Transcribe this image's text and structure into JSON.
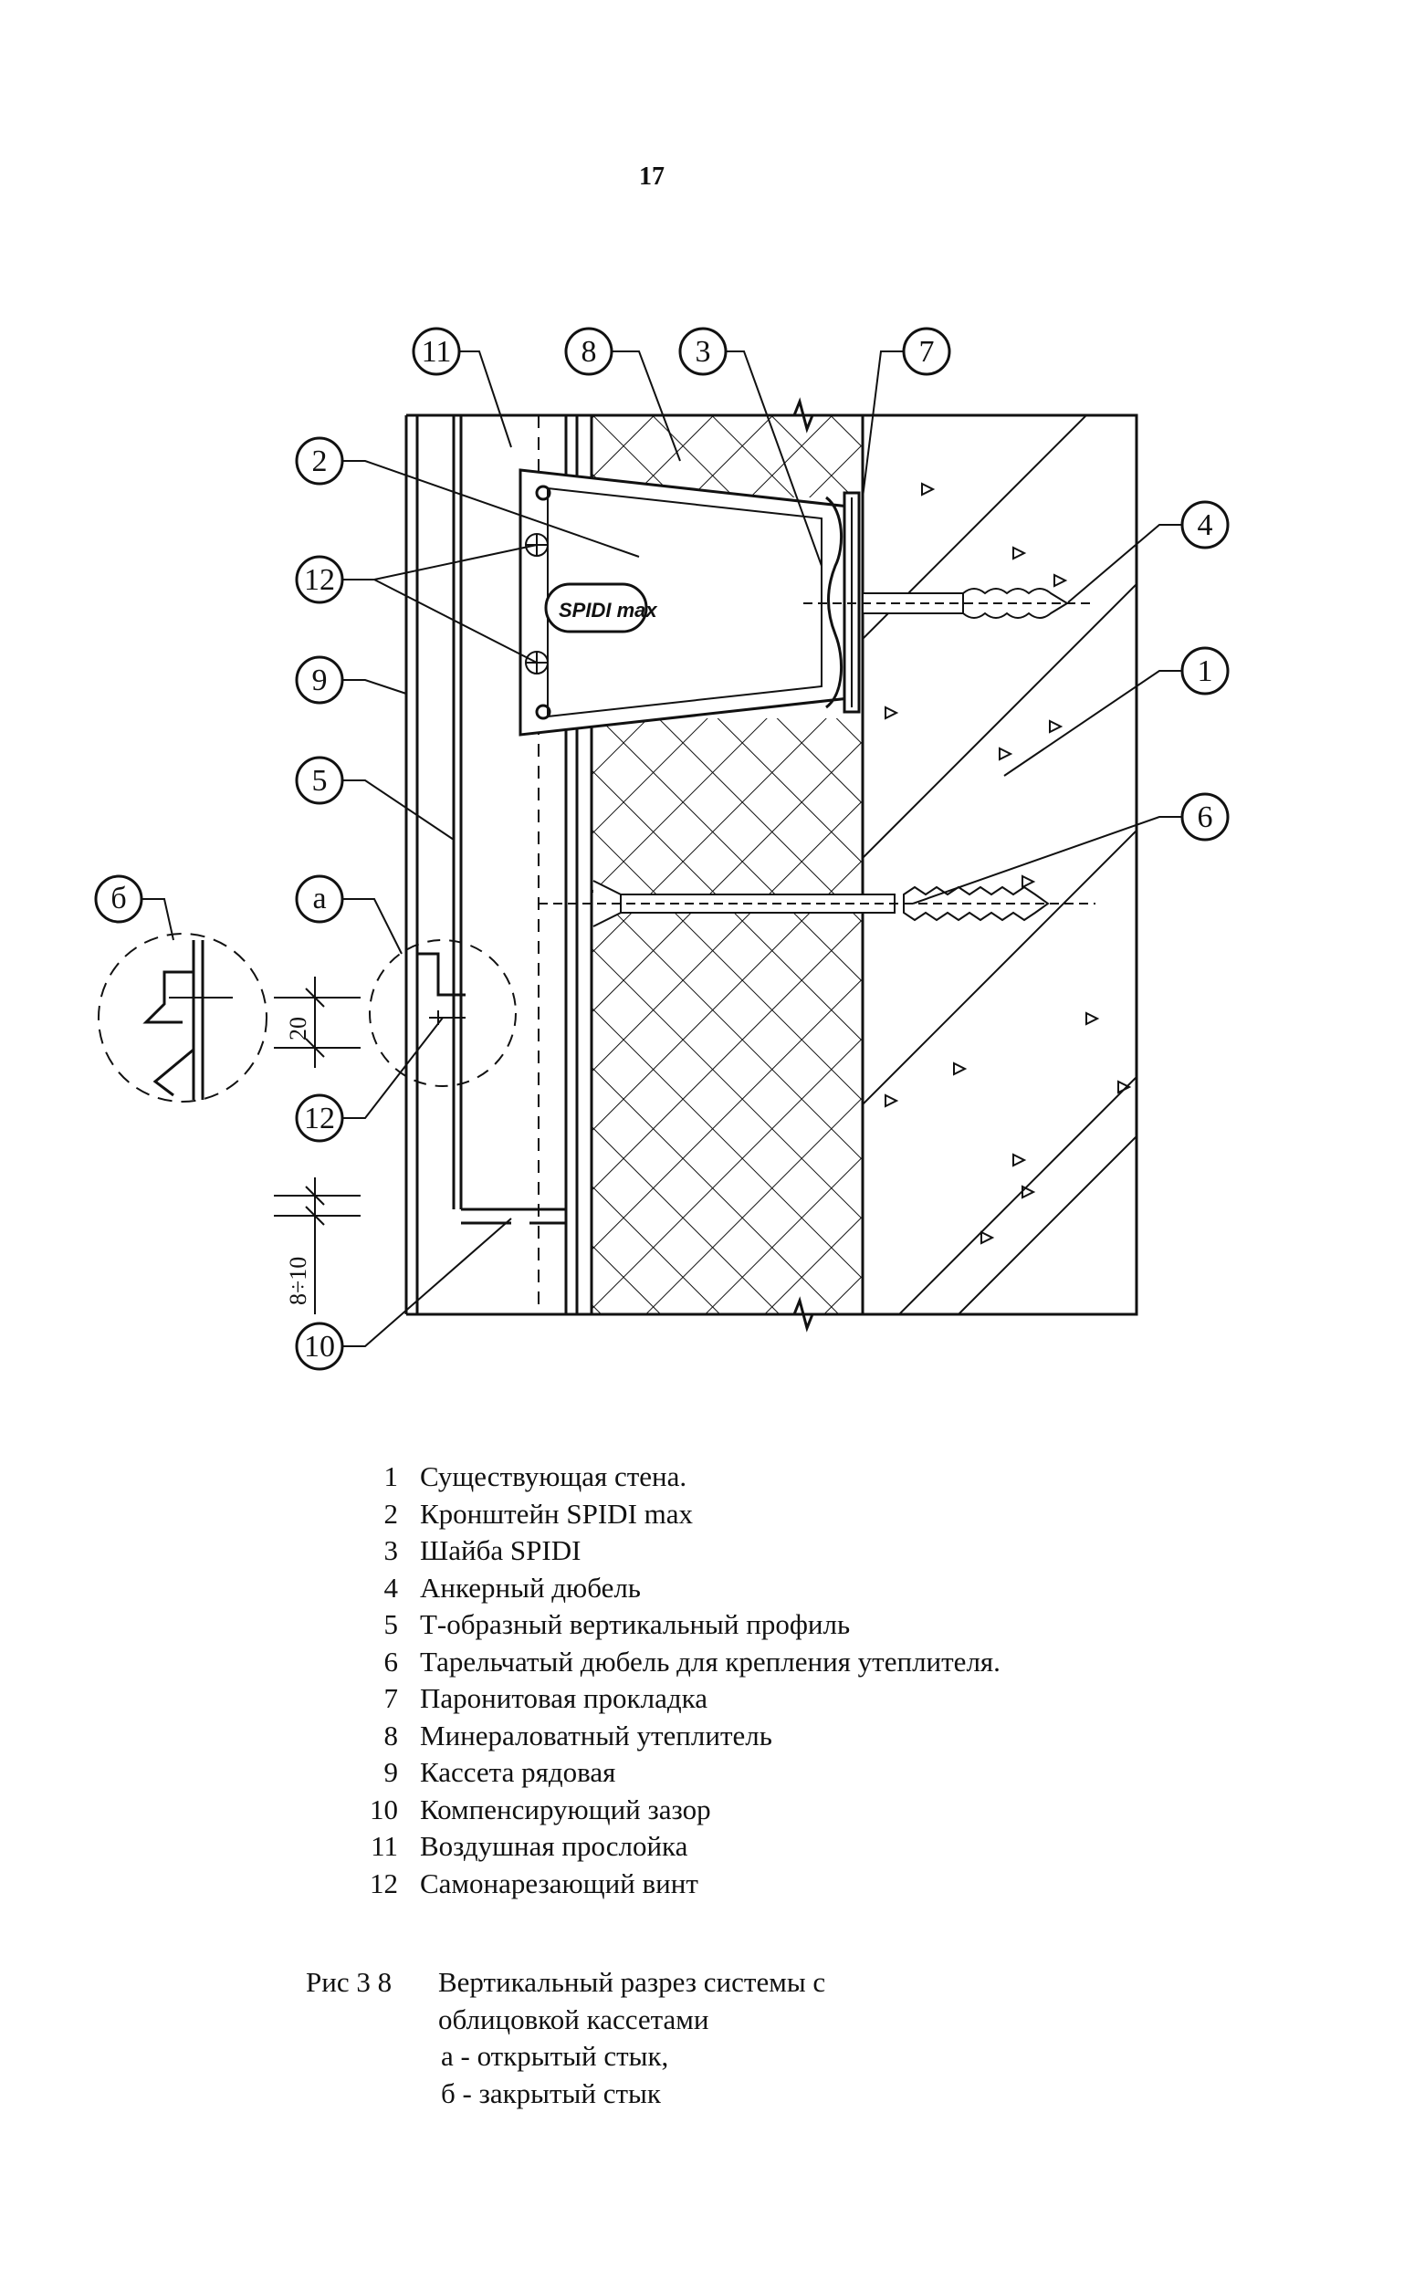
{
  "page_number": "17",
  "brand_label": "SPIDI max",
  "callouts": {
    "c1": "1",
    "c2": "2",
    "c3": "3",
    "c4": "4",
    "c5": "5",
    "c6": "6",
    "c7": "7",
    "c8": "8",
    "c9": "9",
    "c10": "10",
    "c11": "11",
    "c12a": "12",
    "c12b": "12",
    "ca": "а",
    "cb": "б"
  },
  "dimensions": {
    "d1": "20",
    "d2": "8÷10"
  },
  "legend": [
    {
      "num": "1",
      "text": "Существующая стена."
    },
    {
      "num": "2",
      "text": "Кронштейн SPIDI max"
    },
    {
      "num": "3",
      "text": "Шайба SPIDI"
    },
    {
      "num": "4",
      "text": "Анкерный дюбель"
    },
    {
      "num": "5",
      "text": "Т-образный вертикальный профиль"
    },
    {
      "num": "6",
      "text": "Тарельчатый дюбель для крепления утеплителя."
    },
    {
      "num": "7",
      "text": "Паронитовая прокладка"
    },
    {
      "num": "8",
      "text": "Минераловатный утеплитель"
    },
    {
      "num": "9",
      "text": "Кассета рядовая"
    },
    {
      "num": "10",
      "text": "Компенсирующий зазор"
    },
    {
      "num": "11",
      "text": "Воздушная прослойка"
    },
    {
      "num": "12",
      "text": "Самонарезающий винт"
    }
  ],
  "caption": {
    "label": "Рис 3 8",
    "line1": "Вертикальный разрез системы с",
    "line2": "облицовкой кассетами",
    "line3": "а - открытый стык,",
    "line4": "б - закрытый стык"
  }
}
